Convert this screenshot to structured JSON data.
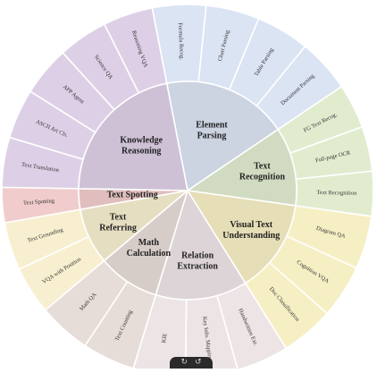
{
  "diagram": {
    "categories": [
      {
        "id": "element-parsing",
        "label": [
          "Element",
          "Parsing"
        ],
        "color": "#dbe4f3",
        "subs": [
          "Formula Recog.",
          "Chart Parsing",
          "Table Parsing",
          "Document Parsing"
        ]
      },
      {
        "id": "text-recognition",
        "label": [
          "Text",
          "Recognition"
        ],
        "color": "#e1eccf",
        "subs": [
          "FG Text Recog.",
          "Full-page OCR",
          "Text Recognition"
        ]
      },
      {
        "id": "visual-text-understanding",
        "label": [
          "Visual Text",
          "Understanding"
        ],
        "color": "#f6efc4",
        "subs": [
          "Diagram QA",
          "Cognition VQA",
          "Doc Classification"
        ]
      },
      {
        "id": "relation-extraction",
        "label": [
          "Relation",
          "Extraction"
        ],
        "color": "#ede4e6",
        "subs": [
          "Handwritten Ext.",
          "Key Info. Mapping",
          "KIE"
        ]
      },
      {
        "id": "math-calculation",
        "label": [
          "Math",
          "Calculation"
        ],
        "color": "#e6dcd8",
        "subs": [
          "Text Counting",
          "Math QA"
        ]
      },
      {
        "id": "text-referring",
        "label": [
          "Text",
          "Referring"
        ],
        "color": "#f7efcf",
        "subs": [
          "VQA with Position",
          "Text Grounding"
        ]
      },
      {
        "id": "text-spotting",
        "label": [
          "Text Spotting"
        ],
        "color": "#f1cccc",
        "subs": [
          "Text Spotting"
        ]
      },
      {
        "id": "knowledge-reasoning",
        "label": [
          "Knowledge",
          "Reasoning"
        ],
        "color": "#ddd0e6",
        "subs": [
          "Text Translation",
          "ASCII Art Cls.",
          "APP Agent",
          "Science QA",
          "Reasoning VQA"
        ]
      }
    ]
  },
  "player": {
    "prev_icon": "↻",
    "next_icon": "↺"
  }
}
